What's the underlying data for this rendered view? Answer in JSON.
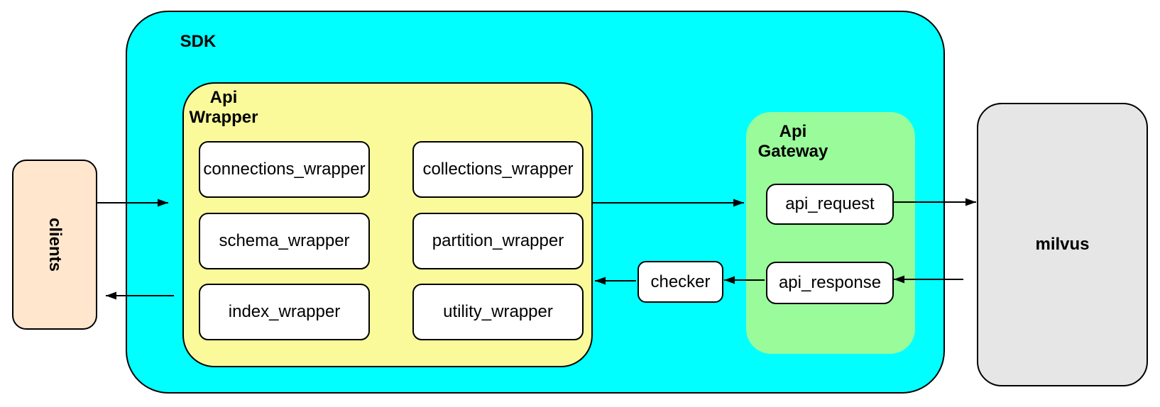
{
  "diagram": {
    "nodes": {
      "clients": {
        "label": "clients"
      },
      "sdk": {
        "label": "SDK"
      },
      "api_wrapper": {
        "label": "Api\nWrapper",
        "boxes": [
          "connections_wrapper",
          "collections_wrapper",
          "schema_wrapper",
          "partition_wrapper",
          "index_wrapper",
          "utility_wrapper"
        ]
      },
      "checker": {
        "label": "checker"
      },
      "api_gateway": {
        "label": "Api\nGateway",
        "boxes": [
          "api_request",
          "api_response"
        ]
      },
      "milvus": {
        "label": "milvus"
      }
    },
    "edges": [
      {
        "from": "clients",
        "to": "sdk"
      },
      {
        "from": "api_wrapper",
        "to": "clients"
      },
      {
        "from": "api_wrapper",
        "to": "api_gateway"
      },
      {
        "from": "api_request",
        "to": "milvus"
      },
      {
        "from": "milvus",
        "to": "api_response"
      },
      {
        "from": "api_response",
        "to": "checker"
      },
      {
        "from": "checker",
        "to": "api_wrapper"
      }
    ],
    "colors": {
      "sdk_fill": "#00ffff",
      "api_wrapper_fill": "#fafa9b",
      "api_gateway_fill": "#99fb99",
      "clients_fill": "#ffe6cc",
      "milvus_fill": "#e6e6e6",
      "leaf_box_fill": "#ffffff",
      "border": "#000000"
    }
  }
}
